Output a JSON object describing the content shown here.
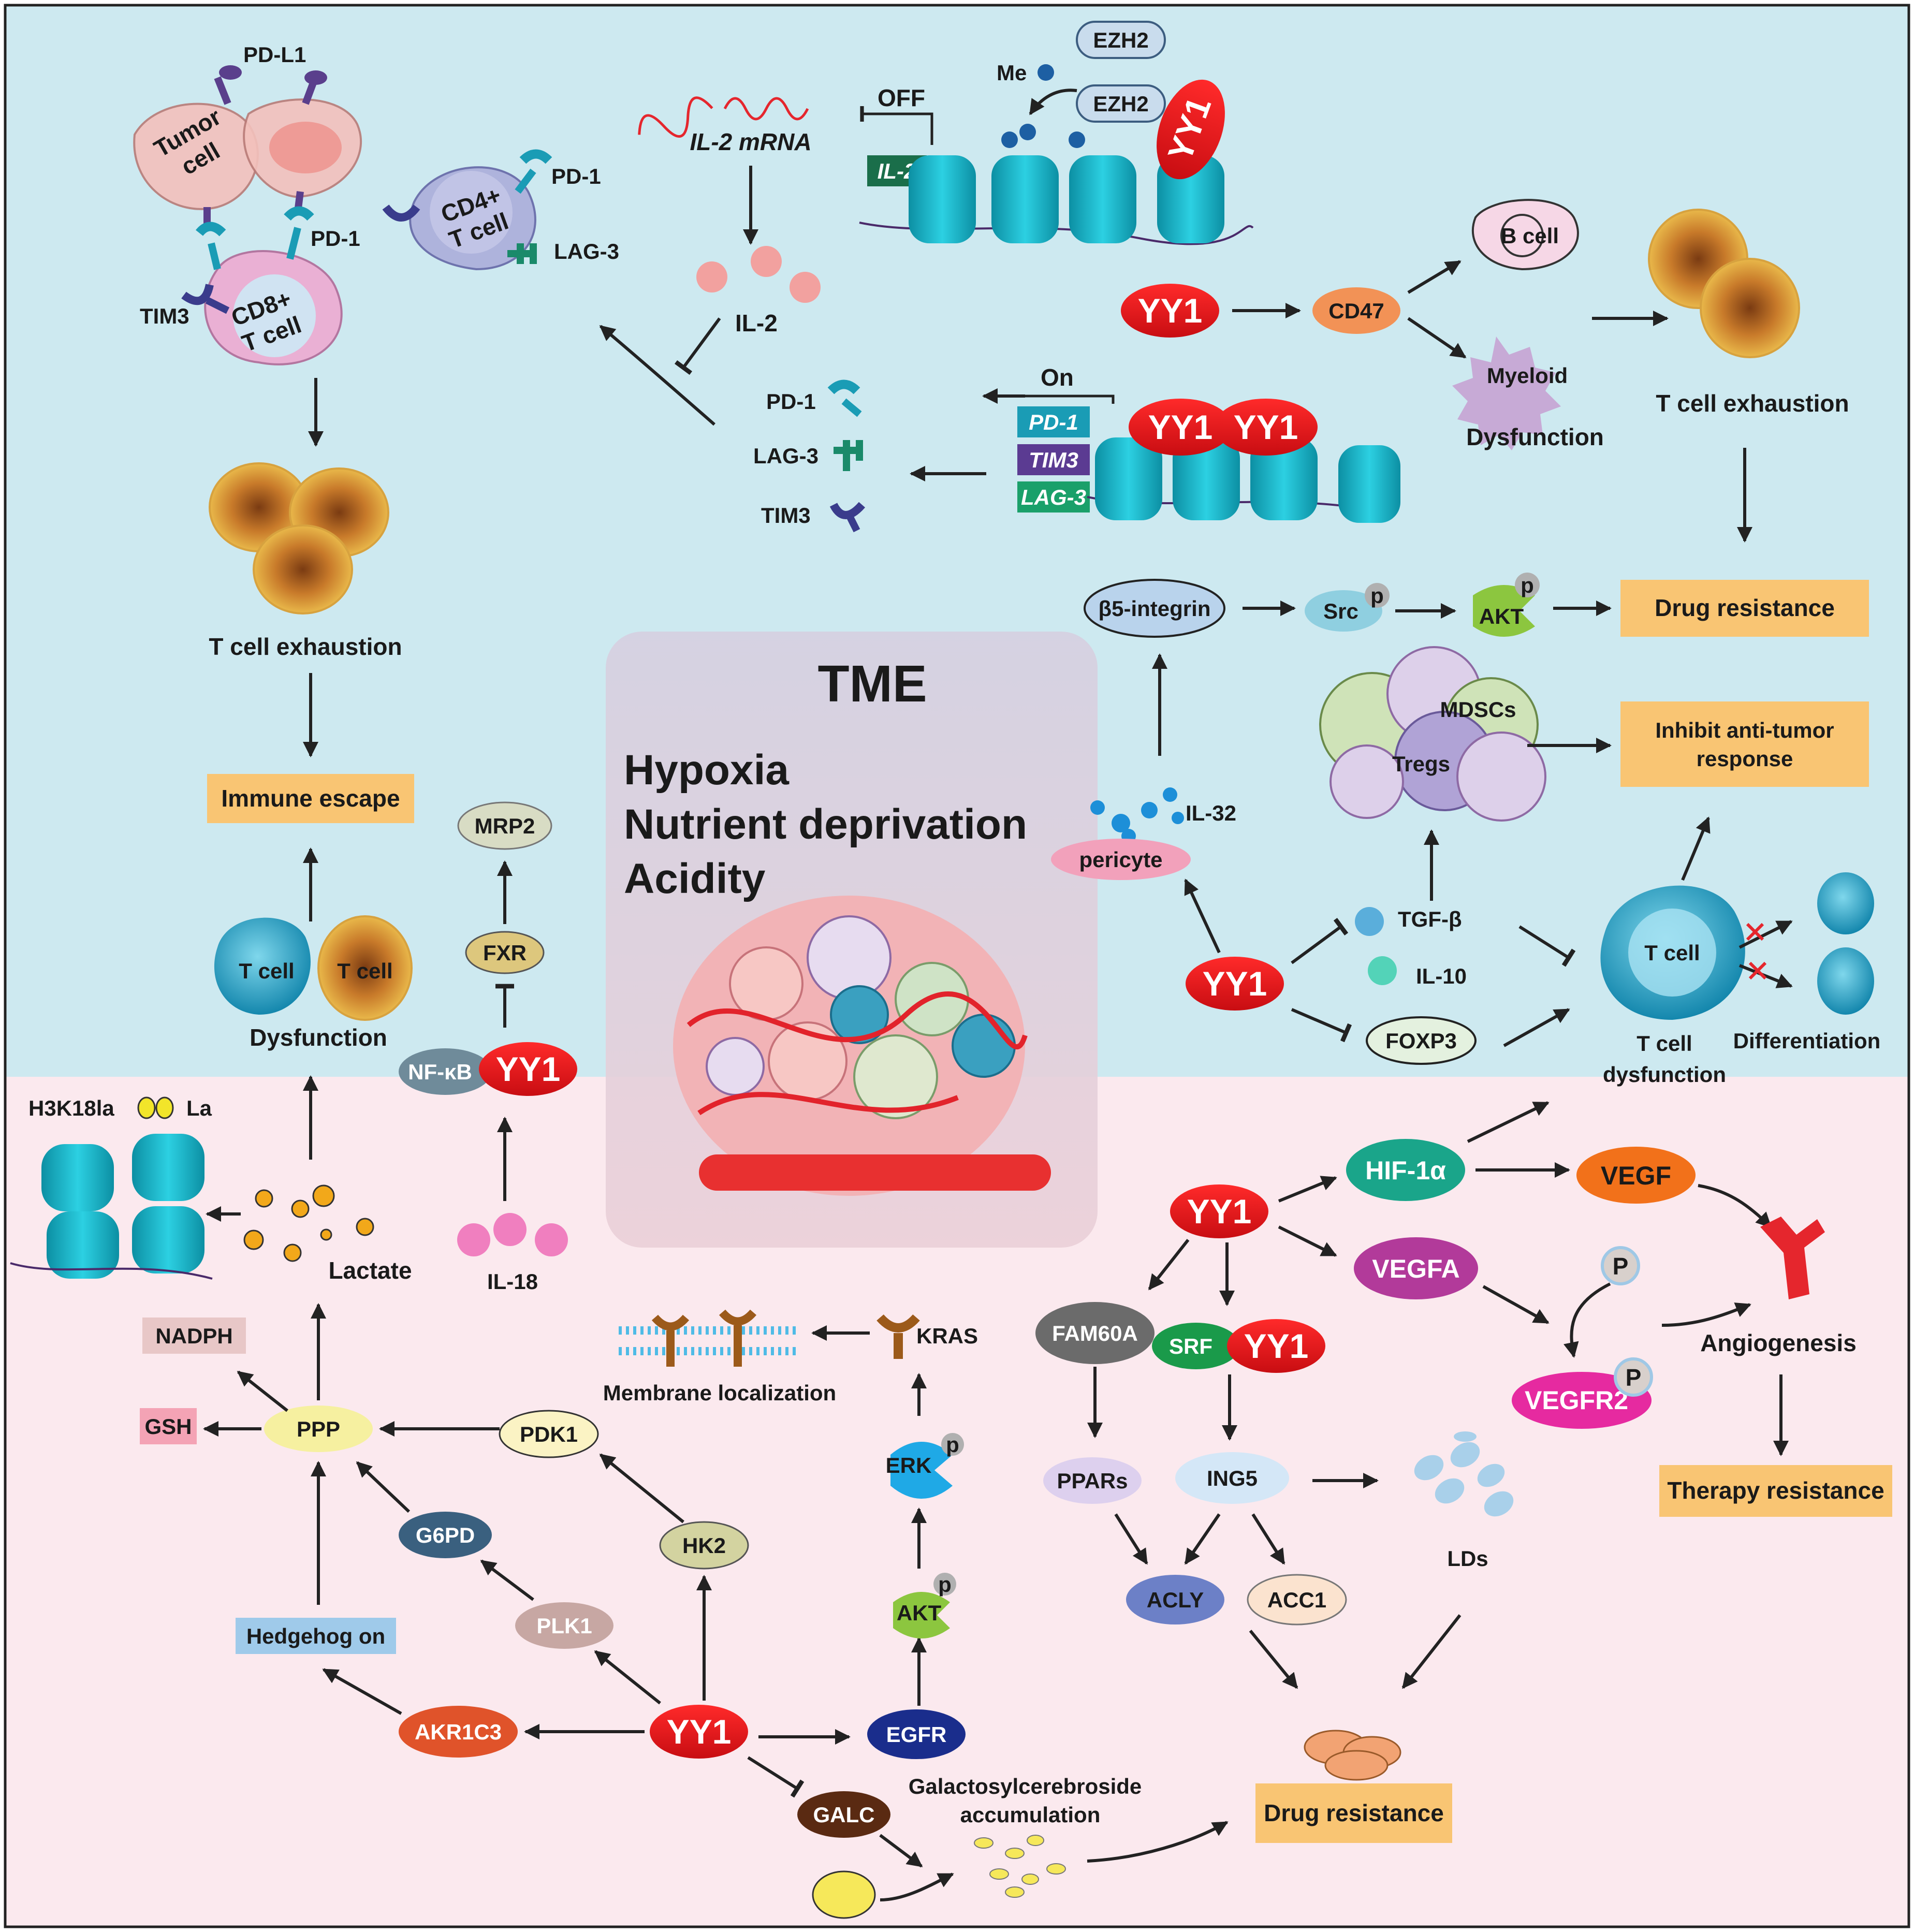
{
  "colors": {
    "top_bg": "#cde9f0",
    "bottom_bg": "#fbe9ee",
    "yy1": "#e8141b",
    "outcome_box": "#f9c573",
    "nucleosome": "#19b6c9"
  },
  "labels": {
    "tumor_cell": [
      "Tumor",
      "cell"
    ],
    "pd_l1": "PD-L1",
    "pd_1_a": "PD-1",
    "pd_1_b": "PD-1",
    "tim3_a": "TIM3",
    "lag3_a": "LAG-3",
    "cd8_t": [
      "CD8+",
      "T cell"
    ],
    "cd4_t": [
      "CD4+",
      "T cell"
    ],
    "il2_mrna": "IL-2 mRNA",
    "off": "OFF",
    "il2_gene": "IL-2",
    "me": "Me",
    "ezh2_a": "EZH2",
    "ezh2_b": "EZH2",
    "il2": "IL-2",
    "on": "On",
    "pd1_gene": "PD-1",
    "tim3_gene": "TIM3",
    "lag3_gene": "LAG-3",
    "pd1_prot": "PD-1",
    "lag3_prot": "LAG-3",
    "tim3_prot": "TIM3",
    "b_cell": "B cell",
    "cd47": "CD47",
    "myeloid": "Myeloid",
    "dysfunction_myeloid": "Dysfunction",
    "t_exhaustion_right": "T cell exhaustion",
    "t_exhaustion_left": "T cell exhaustion",
    "drug_resistance_top": "Drug resistance",
    "b5_integrin": "β5-integrin",
    "src": "Src",
    "akt_top": "AKT",
    "p": "p",
    "mdscs": "MDSCs",
    "tregs": "Tregs",
    "inhibit": [
      "Inhibit anti-tumor",
      "response"
    ],
    "il32": "IL-32",
    "pericyte": "pericyte",
    "tgfb": "TGF-β",
    "il10": "IL-10",
    "foxp3": "FOXP3",
    "t_cell": "T cell",
    "t_cell_dysfunction": [
      "T cell",
      "dysfunction"
    ],
    "differentiation": "Differentiation",
    "immune_escape": "Immune escape",
    "mrp2": "MRP2",
    "fxr": "FXR",
    "nfkb": "NF-κB",
    "dysfunction_left": "Dysfunction",
    "tme": "TME",
    "hypoxia": "Hypoxia",
    "nutrient": "Nutrient deprivation",
    "acidity": "Acidity",
    "h3k18la": "H3K18la",
    "la": "La",
    "lactate": "Lactate",
    "il18": "IL-18",
    "nadph": "NADPH",
    "gsh": "GSH",
    "ppp": "PPP",
    "pdk1": "PDK1",
    "g6pd": "G6PD",
    "hk2": "HK2",
    "plk1": "PLK1",
    "hedgehog": "Hedgehog on",
    "akr1c3": "AKR1C3",
    "egfr": "EGFR",
    "galc": "GALC",
    "galacto": [
      "Galactosylcerebroside",
      "accumulation"
    ],
    "drug_resistance_bottom": "Drug resistance",
    "membrane": "Membrane localization",
    "kras": "KRAS",
    "erk": "ERK",
    "akt_bottom": "AKT",
    "hif1a": "HIF-1α",
    "vegf": "VEGF",
    "vegfa": "VEGFA",
    "vegfr2": "VEGFR2",
    "angiogenesis": "Angiogenesis",
    "therapy_resistance": "Therapy resistance",
    "fam60a": "FAM60A",
    "srf": "SRF",
    "pparS": "PPARs",
    "ing5": "ING5",
    "lds": "LDs",
    "acly": "ACLY",
    "acc1": "ACC1",
    "p_cap": "P",
    "yy1": "YY1"
  }
}
